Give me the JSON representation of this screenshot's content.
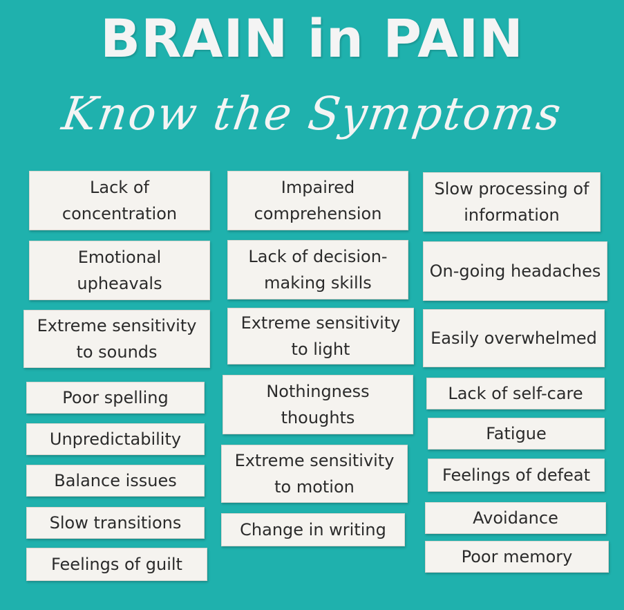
{
  "header": {
    "title": "BRAIN in PAIN",
    "subtitle": "Know the Symptoms"
  },
  "columns": [
    {
      "cards": [
        "Lack of concentration",
        "Emotional upheavals",
        "Extreme sensitivity to sounds",
        "Poor spelling",
        "Unpredictability",
        "Balance issues",
        "Slow transitions",
        "Feelings of guilt"
      ]
    },
    {
      "cards": [
        "Impaired comprehension",
        "Lack of decision-making skills",
        "Extreme sensitivity to light",
        "Nothingness thoughts",
        "Extreme sensitivity to motion",
        "Change in writing"
      ]
    },
    {
      "cards": [
        "Slow processing of information",
        "On-going headaches",
        "Easily overwhelmed",
        "Lack of self-care",
        "Fatigue",
        "Feelings of defeat",
        "Avoidance",
        "Poor memory"
      ]
    }
  ],
  "colors": {
    "background": "#1fb1ad",
    "card": "#f5f3ef",
    "text": "#2b2b2b",
    "title": "#f4f4f4"
  }
}
